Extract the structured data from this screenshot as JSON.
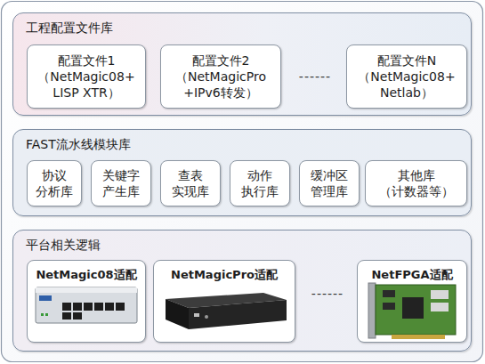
{
  "diagram": {
    "nodes": [
      {
        "text": [
          "工程配置文件库"
        ]
      },
      {
        "text": [
          "配置文件1 （NetMagic08+ LISP XTR）"
        ],
        "in": 0
      },
      {
        "text": [
          "配置文件2 （NetMagicPro +IPv6转发）"
        ],
        "in": 0
      },
      {
        "text": [
          "配置文件N （NetMagic08+ Netlab）"
        ],
        "in": 0
      },
      {
        "text": [
          "FAST流水线模块库"
        ]
      },
      {
        "text": [
          "协议 分析库"
        ],
        "in": 4
      },
      {
        "text": [
          "关键字 产生库"
        ],
        "in": 4
      },
      {
        "text": [
          "查表 实现库"
        ],
        "in": 4
      },
      {
        "text": [
          "动作 执行库"
        ],
        "in": 4
      },
      {
        "text": [
          "缓冲区 管理库"
        ],
        "in": 4
      },
      {
        "text": [
          "其他库 （计数器等）"
        ],
        "in": 4
      },
      {
        "text": [
          "平台相关逻辑"
        ]
      },
      {
        "text": [
          "NetMagic08适配"
        ],
        "in": 11
      },
      {
        "text": [
          "NetMagicPro适配"
        ],
        "in": 11
      },
      {
        "text": [
          "NetFPGA适配"
        ],
        "in": 11
      }
    ],
    "labels": [
      "------",
      "------"
    ]
  }
}
